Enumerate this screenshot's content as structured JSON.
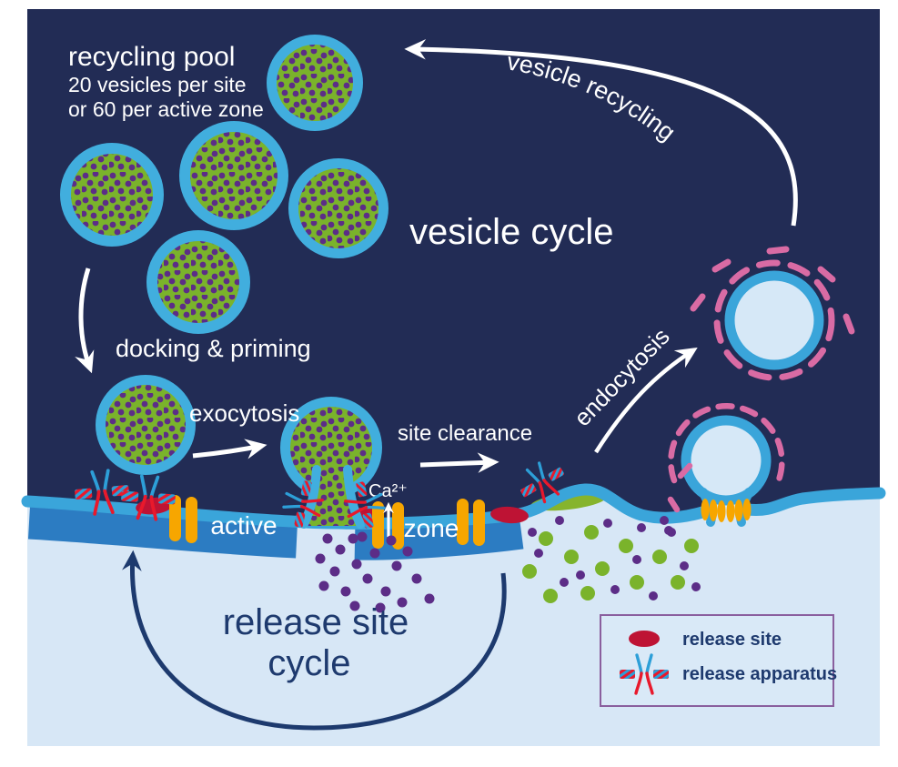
{
  "diagram_title": "vesicle cycle",
  "recycling_pool": {
    "title": "recycling pool",
    "line1": "20 vesicles per site",
    "line2": "or 60 per active zone"
  },
  "stages": {
    "vesicle_recycling": "vesicle recycling",
    "docking_priming": "docking & priming",
    "exocytosis": "exocytosis",
    "site_clearance": "site clearance",
    "endocytosis": "endocytosis"
  },
  "membrane": {
    "active": "active",
    "zone": "zone",
    "calcium_label": "Ca²⁺"
  },
  "release_site_cycle": {
    "line1": "release site",
    "line2": "cycle"
  },
  "legend": {
    "release_site": "release site",
    "release_apparatus": "release apparatus"
  },
  "colors": {
    "background_navy": "#222c55",
    "synaptic_cleft_blue": "#d7e7f6",
    "membrane_blue": "#3aa5da",
    "active_zone_band": "#2c7cc2",
    "vesicle_ring": "#41aede",
    "vesicle_lumen_green": "#7ab32b",
    "neurotransmitter_purple": "#5c2d87",
    "channel_orange": "#f7a600",
    "release_site_red": "#be1334",
    "clathrin_pink": "#d96ba4",
    "text_light": "#ffffff",
    "text_dark": "#1e3a6e",
    "legend_border": "#8a5f9e"
  }
}
